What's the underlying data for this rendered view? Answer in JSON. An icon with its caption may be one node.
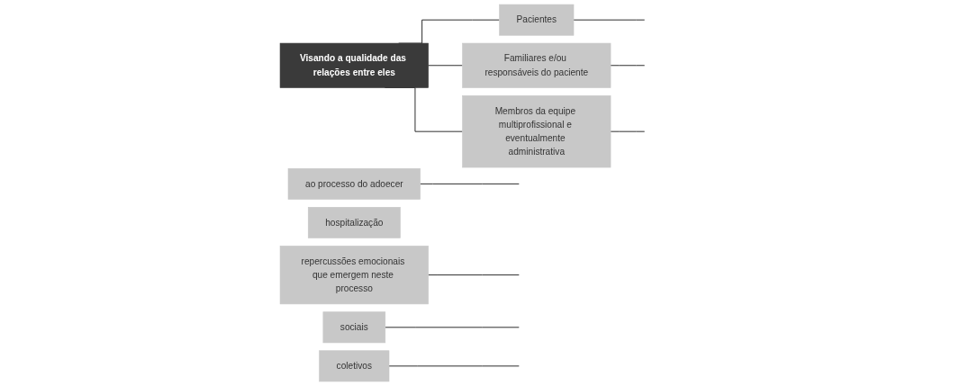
{
  "diagram": {
    "nodes": [
      {
        "text": [
          "Visando a qualidade das relações entre eles"
        ]
      },
      {
        "text": [
          "Pacientes"
        ]
      },
      {
        "text": [
          "Familiares e/ou responsáveis do paciente"
        ]
      },
      {
        "text": [
          "Membros da equipe multiprofissional e eventualmente administrativa"
        ]
      },
      {
        "text": [
          "ao processo do adoecer"
        ]
      },
      {
        "text": [
          "hospitalização"
        ]
      },
      {
        "text": [
          "repercussões emocionais que emergem neste processo"
        ]
      },
      {
        "text": [
          "sociais"
        ]
      },
      {
        "text": [
          "coletivos"
        ]
      }
    ],
    "edges": [
      {
        "from": 0,
        "to": 1,
        "arrow": "none"
      },
      {
        "from": 0,
        "to": 2,
        "arrow": "none"
      },
      {
        "from": 0,
        "to": 3,
        "arrow": "none"
      },
      {
        "from": 1,
        "to": null,
        "arrow": "none"
      },
      {
        "from": 2,
        "to": null,
        "arrow": "none"
      },
      {
        "from": 3,
        "to": null,
        "arrow": "none"
      },
      {
        "from": 4,
        "to": null,
        "arrow": "none"
      },
      {
        "from": 6,
        "to": null,
        "arrow": "none"
      },
      {
        "from": 7,
        "to": null,
        "arrow": "none"
      },
      {
        "from": 8,
        "to": null,
        "arrow": "none"
      }
    ]
  }
}
